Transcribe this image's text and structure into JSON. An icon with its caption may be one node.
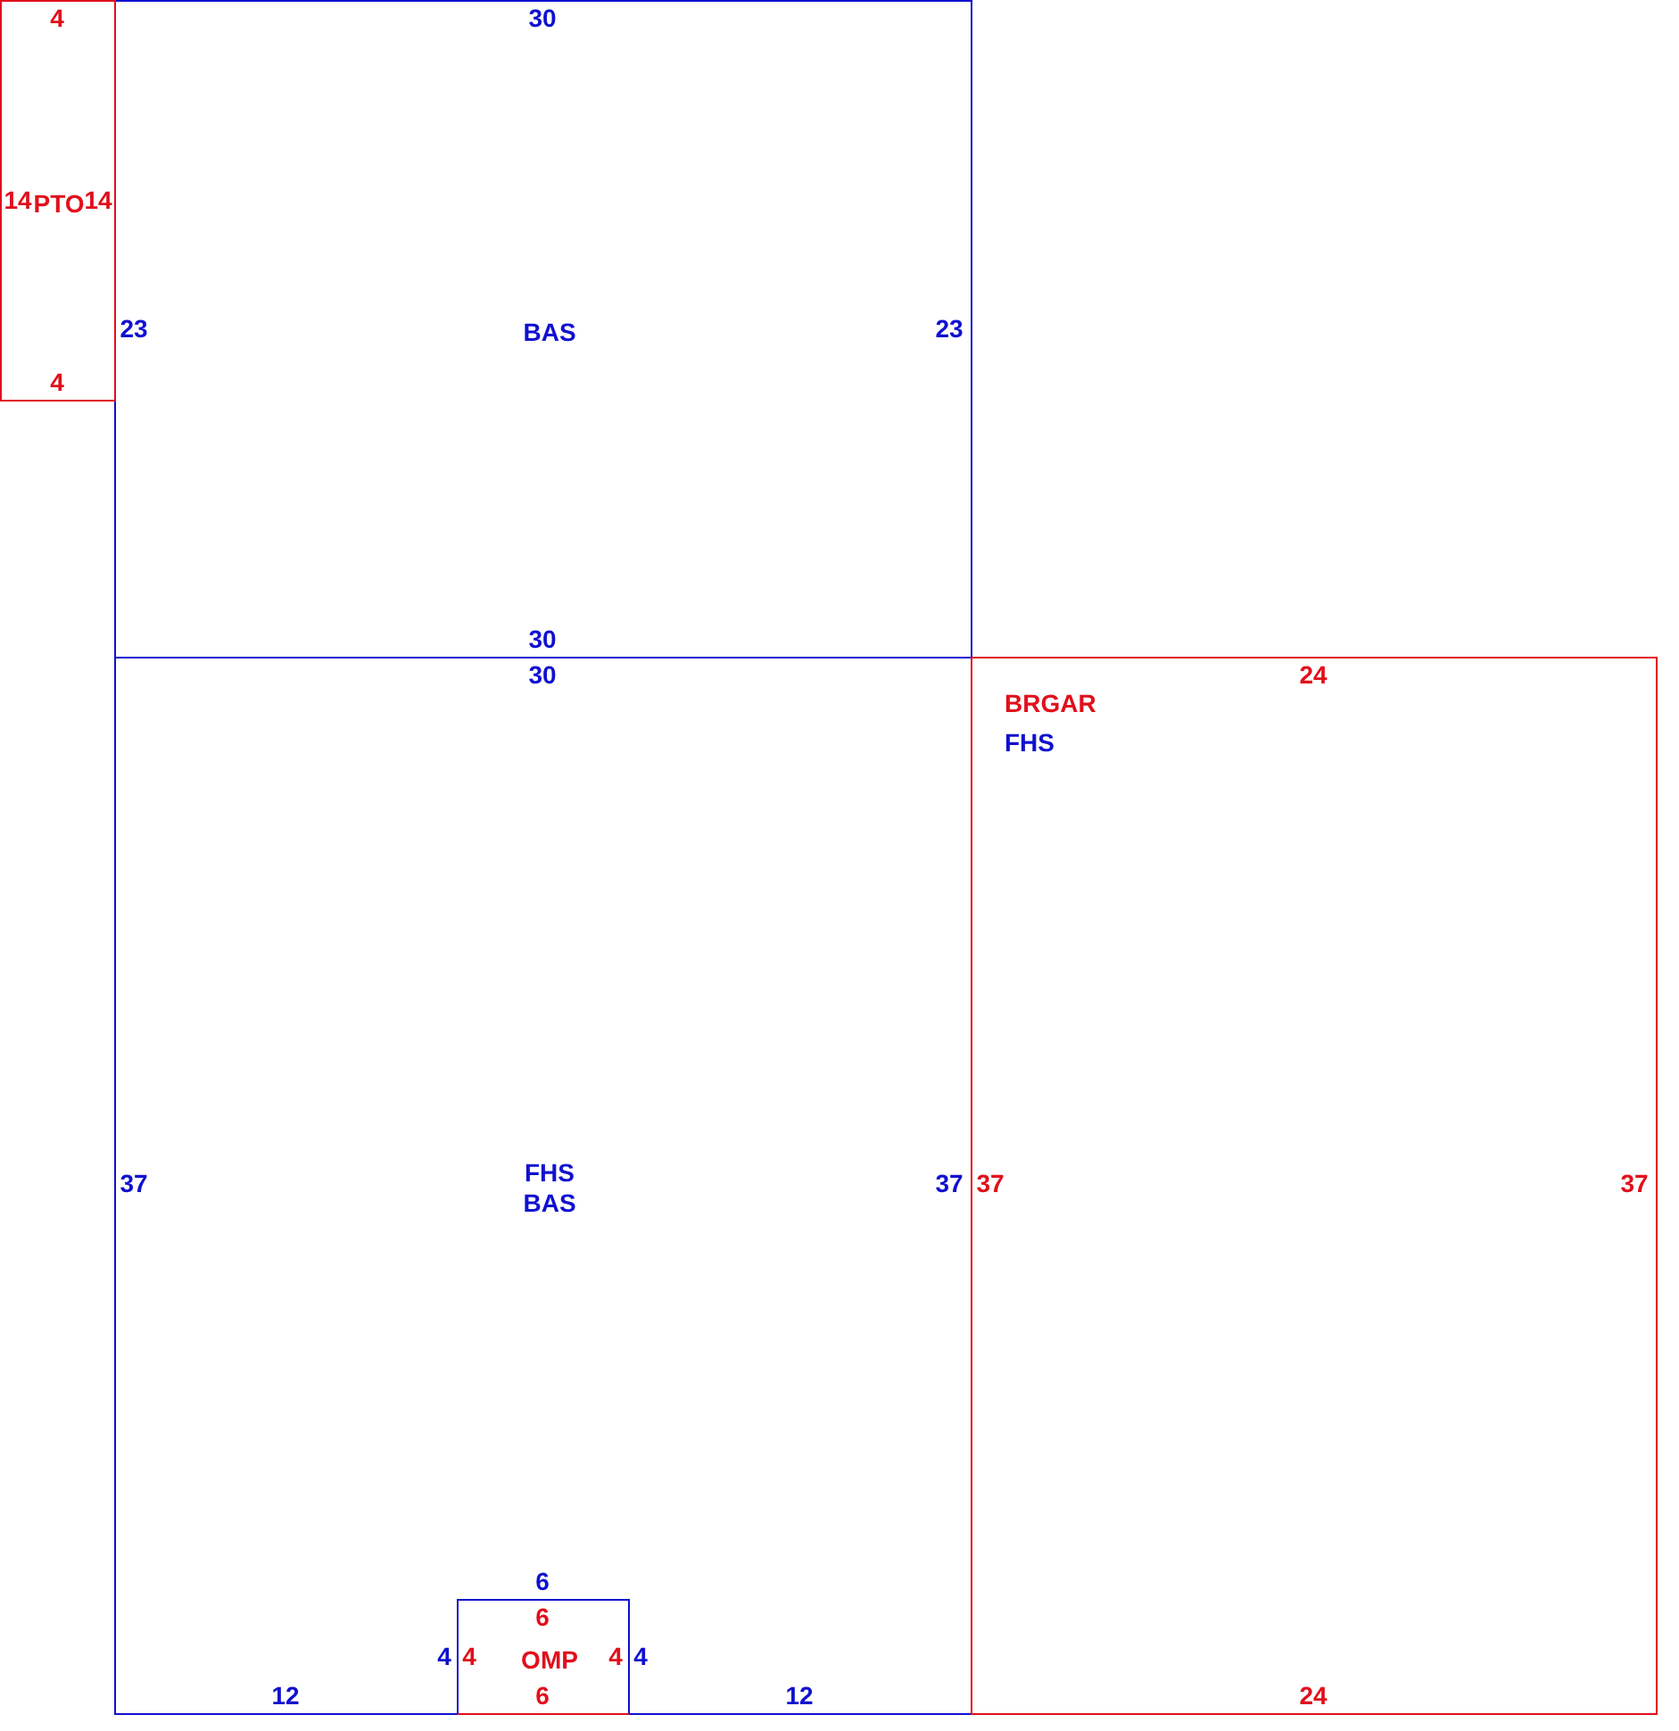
{
  "diagram": {
    "nodes": [
      {
        "text": [
          "PTO"
        ]
      },
      {
        "text": [
          "BAS"
        ]
      },
      {
        "text": [
          "FHS",
          "BAS"
        ]
      },
      {
        "text": [
          "OMP"
        ],
        "in": 2
      },
      {
        "text": [
          "BRGAR",
          "FHS"
        ]
      }
    ],
    "labels": [
      "4",
      "30",
      "14",
      "14",
      "23",
      "23",
      "4",
      "30",
      "30",
      "24",
      "37",
      "37",
      "37",
      "37",
      "6",
      "6",
      "4",
      "4",
      "4",
      "4",
      "12",
      "6",
      "12",
      "24"
    ]
  }
}
